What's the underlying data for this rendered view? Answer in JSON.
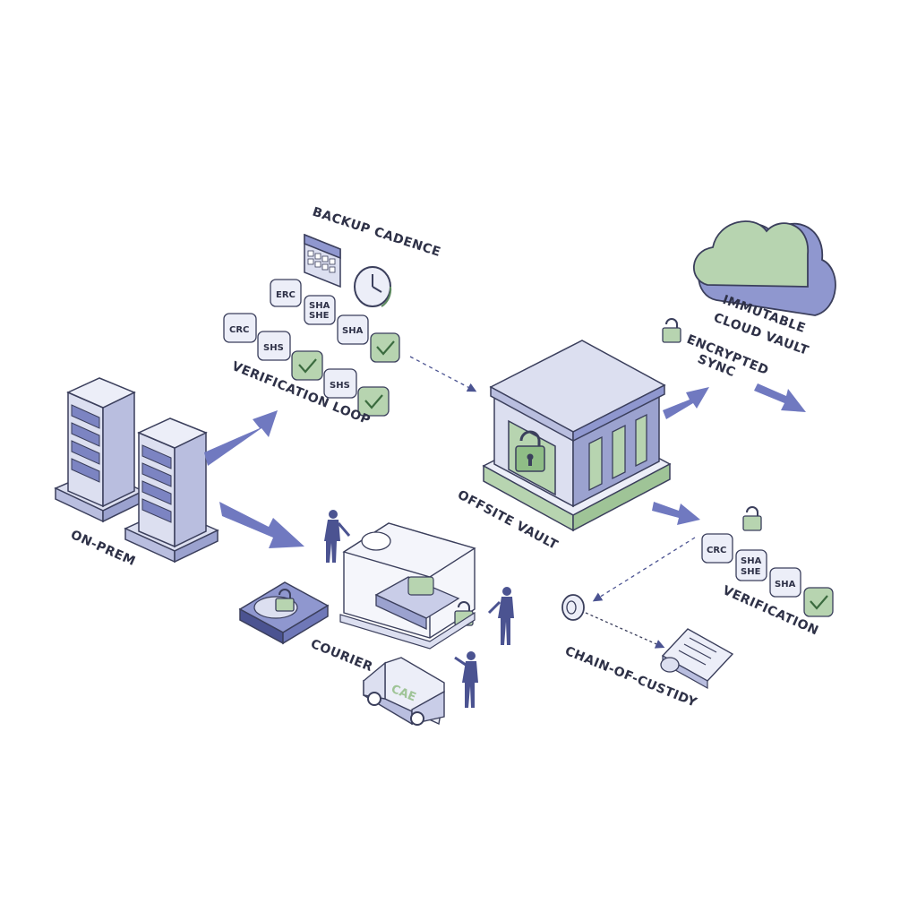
{
  "labels": {
    "on_prem": "ON-PREM",
    "backup_cadence": "BACKUP CADENCE",
    "verification_loop": "VERIFICATION LOOP",
    "offsite_vault": "OFFSITE VAULT",
    "immutable_cloud_vault_line1": "IMMUTABLE",
    "immutable_cloud_vault_line2": "CLOUD VAULT",
    "encrypted_sync_line1": "ENCRYPTED",
    "encrypted_sync_line2": "SYNC",
    "courier": "COURIER",
    "chain_of_custody": "CHAIN-OF-CUSTIDY",
    "verification": "VERIFICATION",
    "van_logo": "CAE"
  },
  "checksum_tags": {
    "cadence_row": [
      "ERC",
      "SHA\nSHE",
      "SHA"
    ],
    "loop_row": [
      "CRC",
      "SHS",
      "",
      "SHS",
      ""
    ],
    "verification_row": [
      "CRC",
      "SHA\nSHE",
      "SHA",
      ""
    ]
  },
  "colors": {
    "primary": "#6f78b8",
    "primary_dark": "#4b5391",
    "face_light": "#dcdff0",
    "face_mid": "#b9bedf",
    "accent_green": "#b7d4b0",
    "green_dark": "#5d8a5f",
    "outline": "#3b3f5c"
  },
  "icons": [
    "server-icon",
    "calendar-icon",
    "clock-icon",
    "lock-icon",
    "cloud-icon",
    "hard-drive-icon",
    "van-icon",
    "person-icon",
    "coin-icon",
    "document-icon",
    "check-icon"
  ]
}
